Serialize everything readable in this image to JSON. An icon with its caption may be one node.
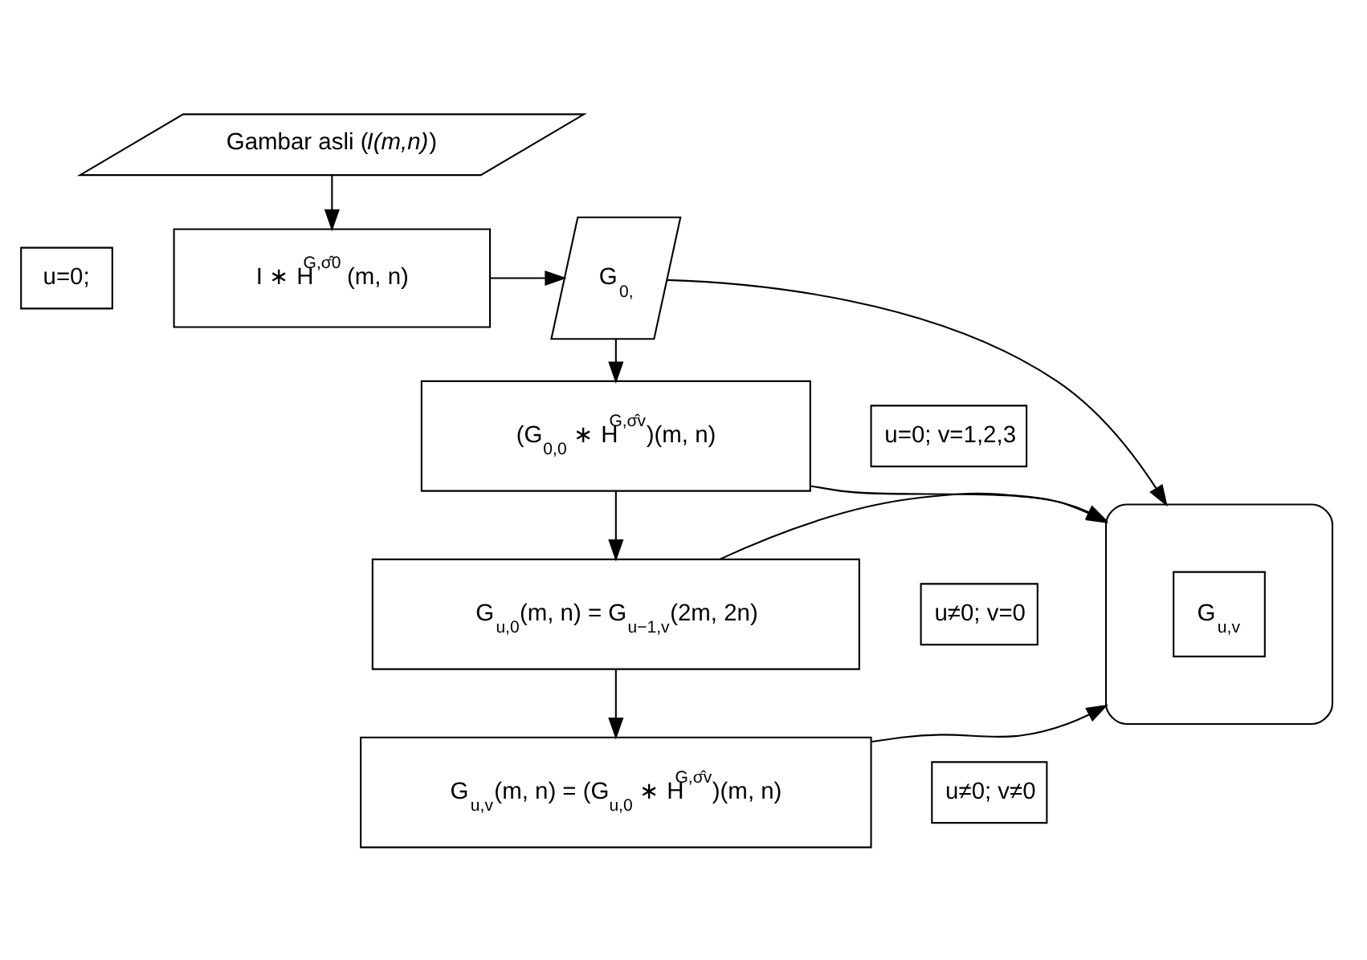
{
  "diagram": {
    "nodes": [
      {
        "text": [
          "Gambar asli (*I(m,n)*)"
        ]
      },
      {
        "text": [
          "u=0;"
        ]
      },
      {
        "text": [
          "I ∗ H$^{G,σ̂0}$ (m, n)"
        ]
      },
      {
        "text": [
          "G$_{0,}$"
        ]
      },
      {
        "text": [
          "u=0; v=1,2,3"
        ]
      },
      {
        "text": [
          "(G$_{0,0}$ ∗ H$^{G,σ̂v}$)(m, n)"
        ]
      },
      {
        "text": [
          "u≠0; v=0"
        ]
      },
      {
        "text": [
          "G$_{u,0}$(m, n) = G$_{u−1,v}$(2m, 2n)"
        ]
      },
      {
        "text": [
          "u≠0; v≠0"
        ]
      },
      {
        "text": [
          "G$_{u,v}$(m, n) = (G$_{u,0}$ ∗ H$^{G,σ̂v}$)(m, n)"
        ]
      },
      {
        "text": [],
        "shape": "capsule"
      },
      {
        "text": [
          "G$_{u,v}$"
        ],
        "in": 10
      }
    ],
    "edges": [
      {
        "from": 0,
        "to": 2,
        "arrow": "to"
      },
      {
        "from": 2,
        "to": 3,
        "arrow": "to"
      },
      {
        "from": 3,
        "to": 10,
        "arrow": "to"
      },
      {
        "from": 3,
        "to": 5,
        "arrow": "to"
      },
      {
        "from": 5,
        "to": 10,
        "arrow": "to"
      },
      {
        "from": 5,
        "to": 7,
        "arrow": "to"
      },
      {
        "from": 7,
        "to": 10,
        "arrow": "to"
      },
      {
        "from": 7,
        "to": 9,
        "arrow": "to"
      },
      {
        "from": 9,
        "to": 10,
        "arrow": "to"
      }
    ]
  }
}
